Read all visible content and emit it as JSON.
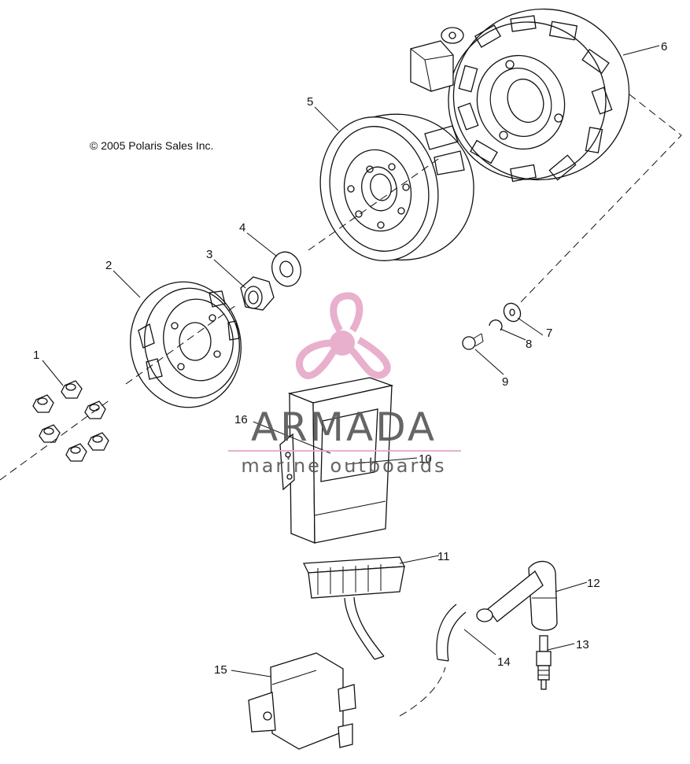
{
  "copyright": "© 2005 Polaris Sales Inc.",
  "watermark": {
    "title": "ARMADA",
    "subtitle": "marine outboards",
    "text_color": "#555555",
    "accent_color": "#e6a8c8"
  },
  "parts": [
    {
      "number": "1"
    },
    {
      "number": "2"
    },
    {
      "number": "3"
    },
    {
      "number": "4"
    },
    {
      "number": "5"
    },
    {
      "number": "6"
    },
    {
      "number": "7"
    },
    {
      "number": "8"
    },
    {
      "number": "9"
    },
    {
      "number": "10"
    },
    {
      "number": "11"
    },
    {
      "number": "12"
    },
    {
      "number": "13"
    },
    {
      "number": "14"
    },
    {
      "number": "15"
    },
    {
      "number": "16"
    }
  ]
}
